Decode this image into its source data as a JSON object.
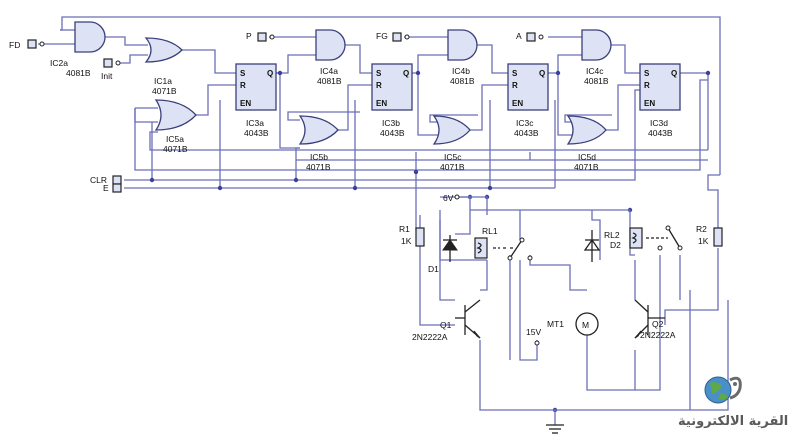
{
  "inputs": {
    "fd": "FD",
    "init": "Init",
    "p": "P",
    "fg": "FG",
    "a": "A",
    "clr": "CLR",
    "e": "E"
  },
  "gates": {
    "ic2a": {
      "name": "IC2a",
      "part": "4081B"
    },
    "ic1a": {
      "name": "IC1a",
      "part": "4071B"
    },
    "ic5a": {
      "name": "IC5a",
      "part": "4071B"
    },
    "ic4a": {
      "name": "IC4a",
      "part": "4081B"
    },
    "ic5b": {
      "name": "IC5b",
      "part": "4071B"
    },
    "ic4b": {
      "name": "IC4b",
      "part": "4081B"
    },
    "ic5c": {
      "name": "IC5c",
      "part": "4071B"
    },
    "ic4c": {
      "name": "IC4c",
      "part": "4081B"
    },
    "ic5d": {
      "name": "IC5d",
      "part": "4071B"
    }
  },
  "latches": {
    "ic3a": {
      "name": "IC3a",
      "part": "4043B"
    },
    "ic3b": {
      "name": "IC3b",
      "part": "4043B"
    },
    "ic3c": {
      "name": "IC3c",
      "part": "4043B"
    },
    "ic3d": {
      "name": "IC3d",
      "part": "4043B"
    },
    "pin_s": "S",
    "pin_r": "R",
    "pin_en": "EN",
    "pin_q": "Q"
  },
  "power": {
    "vcc6": "6V",
    "v15": "15V"
  },
  "resistors": {
    "r1": {
      "name": "R1",
      "value": "1K"
    },
    "r2": {
      "name": "R2",
      "value": "1K"
    }
  },
  "relays": {
    "rl1": "RL1",
    "rl2": "RL2"
  },
  "diodes": {
    "d1": "D1",
    "d2": "D2"
  },
  "transistors": {
    "q1": {
      "name": "Q1",
      "part": "2N2222A"
    },
    "q2": {
      "name": "Q2",
      "part": "2N2222A"
    }
  },
  "motor": {
    "name": "MT1",
    "symbol": "M"
  },
  "logo": {
    "text": "القرية الالكترونية"
  },
  "colors": {
    "wire": "#6b6fb8",
    "gate_fill": "#dde3f5",
    "gate_stroke": "#3b3f7a",
    "junction": "#3b3f9a"
  }
}
